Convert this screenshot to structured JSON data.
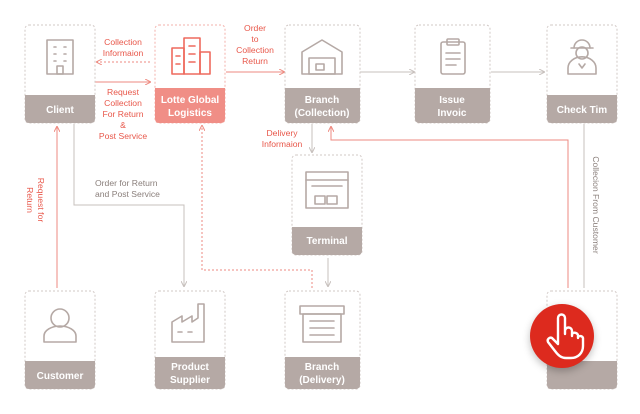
{
  "nodes": {
    "client": "Client",
    "lotte": [
      "Lotte Global",
      "Logistics"
    ],
    "branch_collection": [
      "Branch",
      "(Collection)"
    ],
    "issue_invoice": [
      "Issue",
      "Invoic"
    ],
    "check_time": "Check Tim",
    "terminal": "Terminal",
    "customer": "Customer",
    "product_supplier": [
      "Product",
      "Supplier"
    ],
    "branch_delivery": [
      "Branch",
      "(Delivery)"
    ]
  },
  "edges": {
    "collection_information": [
      "Collection",
      "Informaion"
    ],
    "request_collection": [
      "Request",
      "Collection",
      "For Return",
      "&",
      "Post Service"
    ],
    "order_to_collection": [
      "Order",
      "to",
      "Collection",
      "Return"
    ],
    "delivery_information": [
      "Delivery",
      "Informaion"
    ],
    "order_for_return": [
      "Order for Return",
      "and Post Service"
    ],
    "request_for_return": [
      "Request for",
      "Return"
    ],
    "collection_from_customer": "Collecion From Customer"
  },
  "colors": {
    "accent": "#f08e86",
    "footer": "#b5a9a5",
    "button": "#dd2a1e"
  },
  "icons": {
    "client": "office-building-icon",
    "lotte": "company-buildings-icon",
    "branch_collection": "warehouse-icon",
    "issue_invoice": "clipboard-icon",
    "check_time": "courier-person-icon",
    "terminal": "container-icon",
    "customer": "person-icon",
    "product_supplier": "factory-icon",
    "branch_delivery": "store-icon",
    "button": "pointing-hand-icon"
  }
}
